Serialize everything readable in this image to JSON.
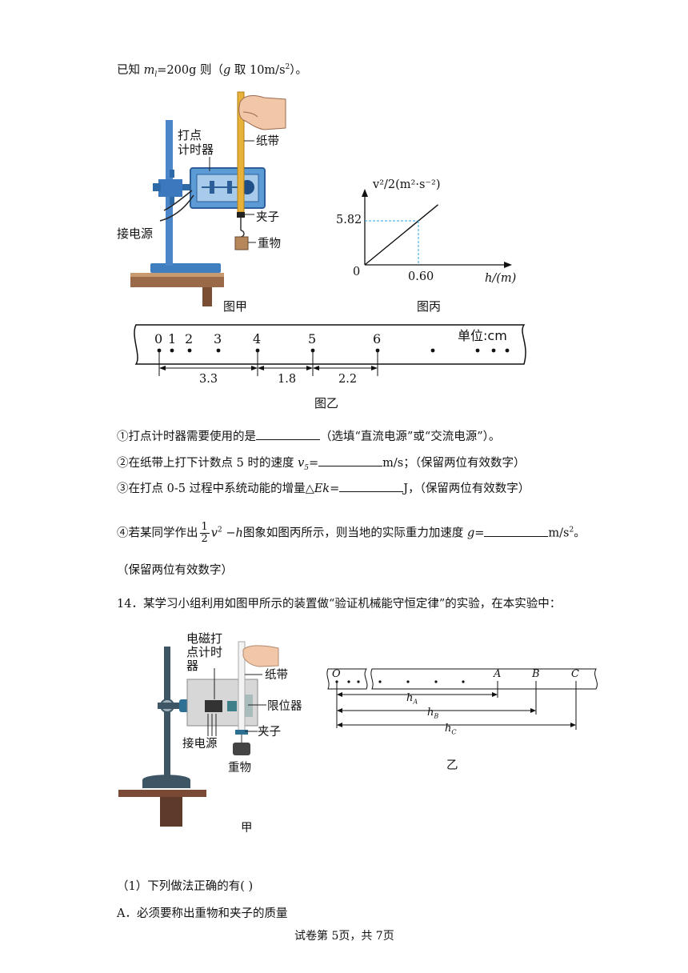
{
  "intro": {
    "prefix": "已知 ",
    "var": "m",
    "sub": "l",
    "rest": "=200g 则（",
    "g": "g",
    "unit": " 取 10m/s",
    "sup": "2",
    "end": "）。"
  },
  "fig_jia": {
    "label_timer": "打点\n计时器",
    "label_tape": "纸带",
    "label_clip": "夹子",
    "label_power": "接电源",
    "label_weight": "重物",
    "caption": "图甲"
  },
  "fig_bing": {
    "ylabel": "v²/2(m²·s⁻²)",
    "xlabel": "h/(m)",
    "origin": "0",
    "y_tick": "5.82",
    "x_tick": "0.60",
    "caption": "图丙"
  },
  "chart_data": {
    "type": "line",
    "x": [
      0,
      0.6
    ],
    "y": [
      0,
      5.82
    ],
    "xlabel": "h/(m)",
    "ylabel": "v²/2(m²·s⁻²)",
    "tick_labels_x": [
      "0",
      "0.60"
    ],
    "tick_labels_y": [
      "5.82"
    ]
  },
  "fig_yi": {
    "points": [
      "0",
      "1",
      "2",
      "3",
      "4",
      "5",
      "6"
    ],
    "unit": "单位:cm",
    "d1": "3.3",
    "d2": "1.8",
    "d3": "2.2",
    "caption": "图乙"
  },
  "q1": {
    "text_a": "①打点计时器需要使用的是",
    "text_b": "（选填“直流电源”或“交流电源”）。"
  },
  "q2": {
    "text_a": "②在纸带上打下计数点 5 时的速度 ",
    "var": "v",
    "sub": "5",
    "eq": "=",
    "text_b": "m/s；（保留两位有效数字）"
  },
  "q3": {
    "text_a": "③在打点 0-5 过程中系统动能的增量△",
    "var": "Ek",
    "eq": "=",
    "text_b": "J，（保留两位有效数字）"
  },
  "q4": {
    "text_a": "④若某同学作出",
    "num": "1",
    "den": "2",
    "expr_v": "v",
    "expr_sup": "2",
    "expr_rest": " −",
    "expr_h": "h",
    "text_b": "图象如图丙所示，则当地的实际重力加速度 ",
    "g": "g",
    "eq": "=",
    "text_c": "m/s",
    "sup": "2",
    "end": "。"
  },
  "q4_note": "（保留两位有效数字）",
  "q14": "14．某学习小组利用如图甲所示的装置做“验证机械能守恒定律”的实验，在本实验中：",
  "fig2_jia": {
    "label_timer": "电磁打\n点计时\n器",
    "label_tape": "纸带",
    "label_limiter": "限位器",
    "label_clip": "夹子",
    "label_power": "接电源",
    "label_weight": "重物",
    "caption": "甲"
  },
  "fig2_yi": {
    "O": "O",
    "A": "A",
    "B": "B",
    "C": "C",
    "hA": "h",
    "hA_sub": "A",
    "hB": "h",
    "hB_sub": "B",
    "hC": "h",
    "hC_sub": "C",
    "caption": "乙"
  },
  "sub1": "（1）下列做法正确的有(          )",
  "optA": "A．必须要称出重物和夹子的质量",
  "footer": "试卷第 5页，共 7页"
}
